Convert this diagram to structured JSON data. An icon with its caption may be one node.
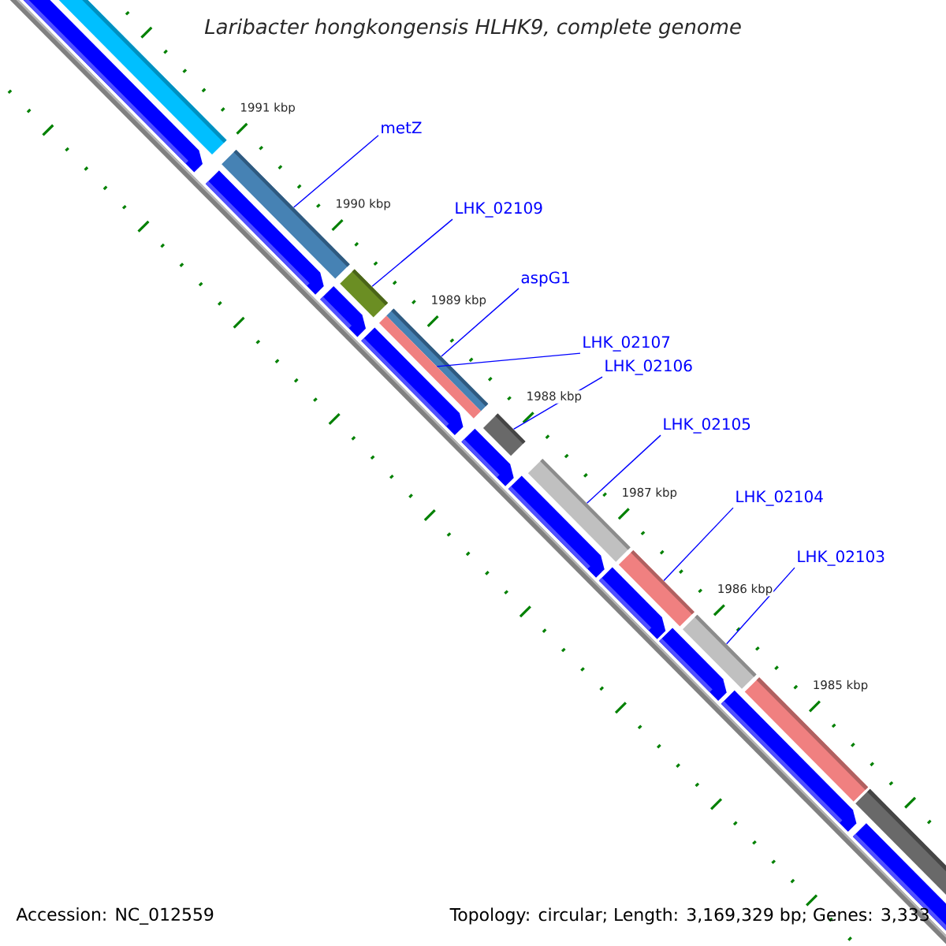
{
  "diagram": {
    "title": "Laribacter hongkongensis HLHK9, complete genome",
    "nodes": [
      {
        "text": [
          "metZ"
        ]
      },
      {
        "text": [
          "LHK_02109"
        ]
      },
      {
        "text": [
          "aspG1"
        ]
      },
      {
        "text": [
          "LHK_02107"
        ]
      },
      {
        "text": [
          "LHK_02106"
        ]
      },
      {
        "text": [
          "LHK_02105"
        ]
      },
      {
        "text": [
          "LHK_02104"
        ]
      },
      {
        "text": [
          "LHK_02103"
        ]
      },
      {
        "text": [],
        "shape": "bar"
      },
      {
        "text": [],
        "shape": "bar"
      },
      {
        "text": [],
        "shape": "bar"
      },
      {
        "text": [],
        "shape": "bar"
      },
      {
        "text": [],
        "shape": "bar"
      },
      {
        "text": [],
        "shape": "bar"
      },
      {
        "text": [],
        "shape": "bar"
      },
      {
        "text": [],
        "shape": "bar"
      }
    ],
    "edges": [
      {
        "from": 0,
        "to": 8,
        "arrow": "none"
      },
      {
        "from": 1,
        "to": 9,
        "arrow": "none"
      },
      {
        "from": 2,
        "to": 10,
        "arrow": "none"
      },
      {
        "from": 3,
        "to": 11,
        "arrow": "none"
      },
      {
        "from": 4,
        "to": 12,
        "arrow": "none"
      },
      {
        "from": 5,
        "to": 13,
        "arrow": "none"
      },
      {
        "from": 6,
        "to": 14,
        "arrow": "none"
      },
      {
        "from": 7,
        "to": 15,
        "arrow": "none"
      }
    ],
    "labels": [
      "1991 kbp",
      "1990 kbp",
      "1989 kbp",
      "1988 kbp",
      "1987 kbp",
      "1986 kbp",
      "1985 kbp",
      "Accession: NC_012559",
      "Topology: circular; Length: 3,169,329 bp; Genes: 3,333"
    ]
  }
}
